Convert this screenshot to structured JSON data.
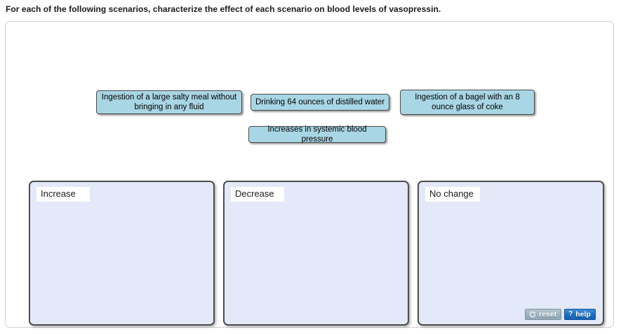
{
  "prompt": "For each of the following scenarios, characterize the effect of each scenario on blood levels of vasopressin.",
  "tiles": [
    {
      "label": "Ingestion of a large salty meal without bringing in any fluid"
    },
    {
      "label": "Drinking 64 ounces of distilled water"
    },
    {
      "label": "Ingestion of a bagel with an 8 ounce glass of coke"
    },
    {
      "label": "Increases in systemic blood pressure"
    }
  ],
  "zones": [
    {
      "label": "Increase",
      "items": []
    },
    {
      "label": "Decrease",
      "items": []
    },
    {
      "label": "No change",
      "items": []
    }
  ],
  "footer": {
    "reset_label": "reset",
    "reset_icon": "refresh-icon",
    "help_label": "help",
    "help_icon": "question-mark-icon"
  },
  "colors": {
    "tile_fill": "#a9d6e5",
    "tile_border": "#4a4a4a",
    "zone_fill": "#e3e9f8",
    "zone_border": "#4d4d4d",
    "panel_border": "#cfcfcf",
    "help_blue": "#1d6fc2",
    "reset_gray": "#9fb3c0"
  }
}
